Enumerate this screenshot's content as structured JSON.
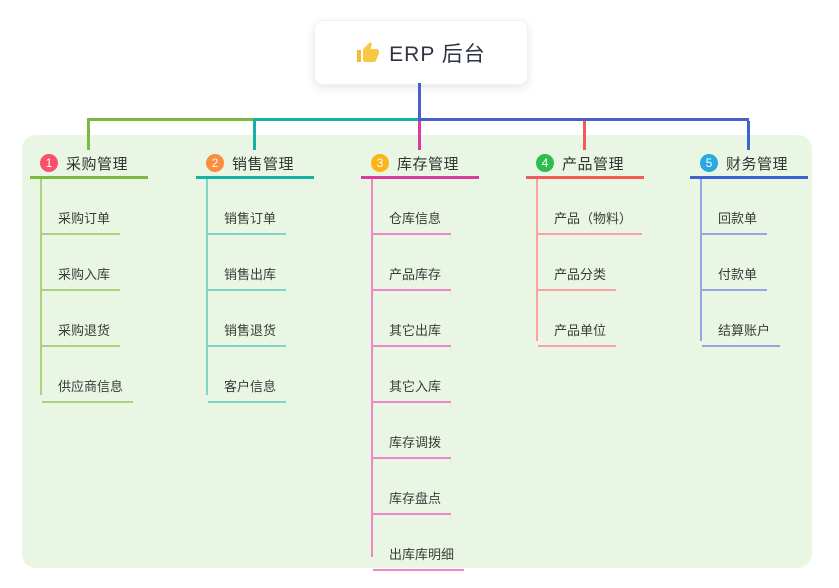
{
  "root": {
    "title": "ERP 后台",
    "icon": "thumbs-up-icon",
    "icon_color": "#f6b93b",
    "line_color": "#4a5fc9"
  },
  "panel": {
    "bg_color": "#e9f6e3"
  },
  "branches": [
    {
      "index": "1",
      "label": "采购管理",
      "badge_color": "#f8516b",
      "line_color": "#7cb93f",
      "child_line_color": "#a9d47d",
      "children": [
        "采购订单",
        "采购入库",
        "采购退货",
        "供应商信息"
      ]
    },
    {
      "index": "2",
      "label": "销售管理",
      "badge_color": "#fb8e3c",
      "line_color": "#16b3a4",
      "child_line_color": "#7fd5c8",
      "children": [
        "销售订单",
        "销售出库",
        "销售退货",
        "客户信息"
      ]
    },
    {
      "index": "3",
      "label": "库存管理",
      "badge_color": "#fbb515",
      "line_color": "#d93b9e",
      "child_line_color": "#ef87c5",
      "children": [
        "仓库信息",
        "产品库存",
        "其它出库",
        "其它入库",
        "库存调拨",
        "库存盘点",
        "出库库明细"
      ]
    },
    {
      "index": "4",
      "label": "产品管理",
      "badge_color": "#2dbd4f",
      "line_color": "#f45a56",
      "child_line_color": "#f9a4a1",
      "children": [
        "产品（物料）",
        "产品分类",
        "产品单位"
      ]
    },
    {
      "index": "5",
      "label": "财务管理",
      "badge_color": "#28a9e1",
      "line_color": "#3c63d2",
      "child_line_color": "#91a7e2",
      "children": [
        "回款单",
        "付款单",
        "结算账户"
      ]
    }
  ]
}
